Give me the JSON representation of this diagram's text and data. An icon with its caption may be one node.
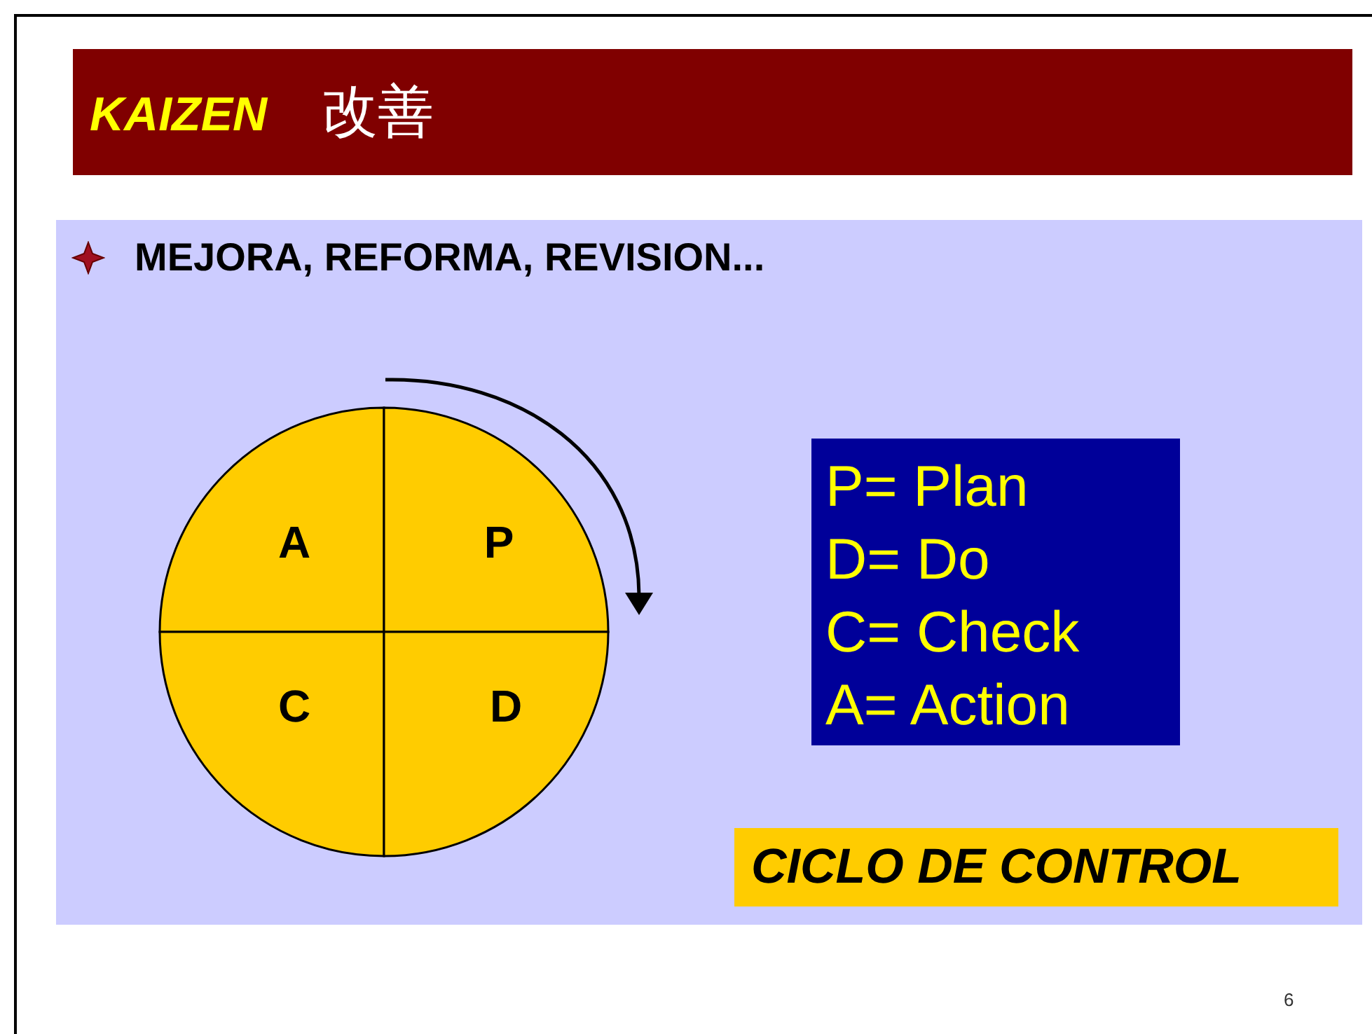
{
  "diagram": {
    "title": "**KAIZEN** 改善",
    "nodes": [
      {
        "text": [
          "A"
        ]
      },
      {
        "text": [
          "P"
        ]
      },
      {
        "text": [
          "C"
        ]
      },
      {
        "text": [
          "D"
        ]
      },
      {
        "text": [
          "P= Plan",
          "D= Do",
          "C= Check",
          "A= Action"
        ]
      },
      {
        "text": [
          "CICLO DE CONTROL"
        ]
      }
    ],
    "labels": [
      "MEJORA, REFORMA, REVISION...",
      "6"
    ]
  }
}
